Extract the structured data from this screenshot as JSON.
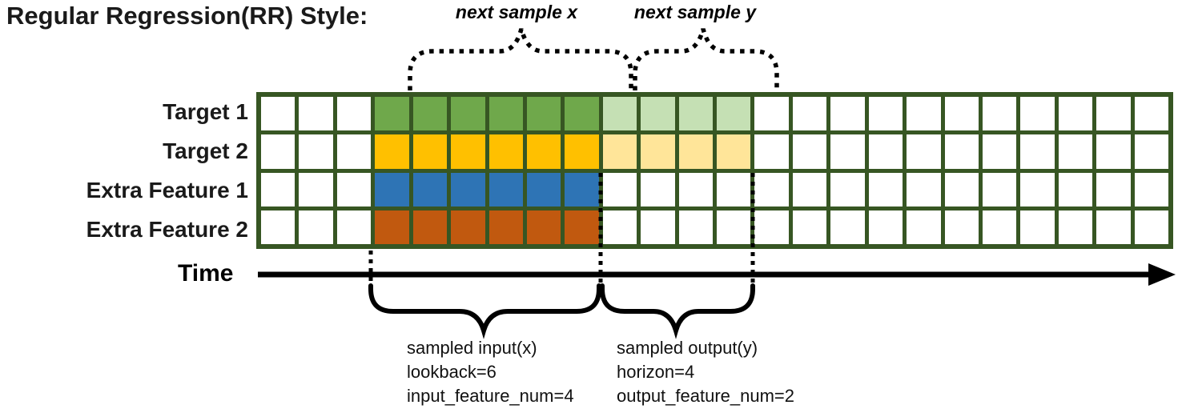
{
  "title": "Regular Regression(RR) Style:",
  "colors": {
    "grid_border": "#375623",
    "empty_cell": "#FFFFFF",
    "target1_input": "#6FA84B",
    "target1_output": "#C5E0B4",
    "target2_input": "#FFC000",
    "target2_output": "#FFE599",
    "extra1_input": "#2E74B5",
    "extra2_input": "#C1590F",
    "line_color": "#000000"
  },
  "grid": {
    "columns": 24,
    "lead_empty": 3,
    "lookback": 6,
    "horizon": 4,
    "rows": [
      {
        "label": "Target 1",
        "input_color": "#6FA84B",
        "output_color": "#C5E0B4"
      },
      {
        "label": "Target 2",
        "input_color": "#FFC000",
        "output_color": "#FFE599"
      },
      {
        "label": "Extra Feature 1",
        "input_color": "#2E74B5",
        "output_color": null
      },
      {
        "label": "Extra Feature 2",
        "input_color": "#C1590F",
        "output_color": null
      }
    ]
  },
  "annotations": {
    "next_sample_x": "next sample x",
    "next_sample_y": "next sample y",
    "time_label": "Time",
    "input_block": {
      "line1": "sampled input(x)",
      "line2": "lookback=6",
      "line3": "input_feature_num=4"
    },
    "output_block": {
      "line1": "sampled output(y)",
      "line2": "horizon=4",
      "line3": "output_feature_num=2"
    }
  }
}
